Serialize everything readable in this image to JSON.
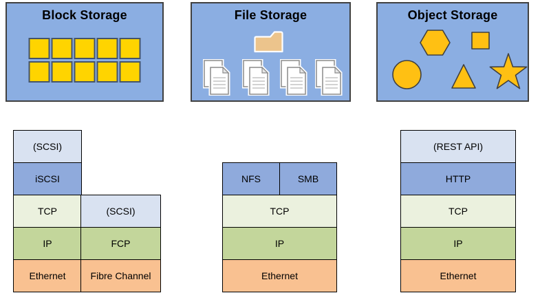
{
  "diagram": {
    "block": {
      "title": "Block Storage",
      "stack_main": [
        "(SCSI)",
        "iSCSI",
        "TCP",
        "IP",
        "Ethernet"
      ],
      "stack_fc": [
        "(SCSI)",
        "FCP",
        "Fibre Channel"
      ]
    },
    "file": {
      "title": "File Storage",
      "stack_top": [
        "NFS",
        "SMB"
      ],
      "stack_rows": [
        "TCP",
        "IP",
        "Ethernet"
      ]
    },
    "object": {
      "title": "Object Storage",
      "stack_rows": [
        "(REST API)",
        "HTTP",
        "TCP",
        "IP",
        "Ethernet"
      ]
    },
    "icons": {
      "block": "grid-of-yellow-blocks",
      "file": "folder-and-document-stacks",
      "object": "hexagon-square-circle-triangle-star"
    },
    "colors": {
      "box_background": "#8BAEE2",
      "box_border": "#404040",
      "block_square_fill": "#FFD400",
      "block_square_border": "#44546A",
      "object_shape_fill": "#FFC013",
      "folder_fill": "#ECC48C",
      "layer_api": "#D9E2F1",
      "layer_protocol_blue": "#8FAADC",
      "layer_tcp": "#EBF1DE",
      "layer_ip": "#C3D69B",
      "layer_physical": "#F9C191"
    }
  }
}
